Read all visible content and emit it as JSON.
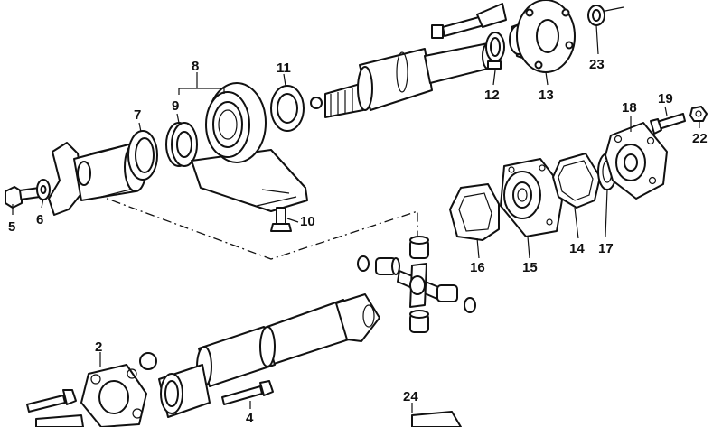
{
  "diagram": {
    "callouts": [
      {
        "id": "c1",
        "text": "2"
      },
      {
        "id": "c2",
        "text": "4"
      },
      {
        "id": "c3",
        "text": "5"
      },
      {
        "id": "c4",
        "text": "6"
      },
      {
        "id": "c5",
        "text": "7"
      },
      {
        "id": "c6",
        "text": "8"
      },
      {
        "id": "c7",
        "text": "9"
      },
      {
        "id": "c8",
        "text": "10"
      },
      {
        "id": "c9",
        "text": "11"
      },
      {
        "id": "c10",
        "text": "12"
      },
      {
        "id": "c11",
        "text": "13"
      },
      {
        "id": "c12",
        "text": "14"
      },
      {
        "id": "c13",
        "text": "15"
      },
      {
        "id": "c14",
        "text": "16"
      },
      {
        "id": "c15",
        "text": "17"
      },
      {
        "id": "c16",
        "text": "18"
      },
      {
        "id": "c17",
        "text": "19"
      },
      {
        "id": "c18",
        "text": "22"
      },
      {
        "id": "c19",
        "text": "23"
      },
      {
        "id": "c20",
        "text": "24"
      }
    ]
  },
  "colors": {
    "ink": "#111111",
    "paper": "#ffffff"
  }
}
